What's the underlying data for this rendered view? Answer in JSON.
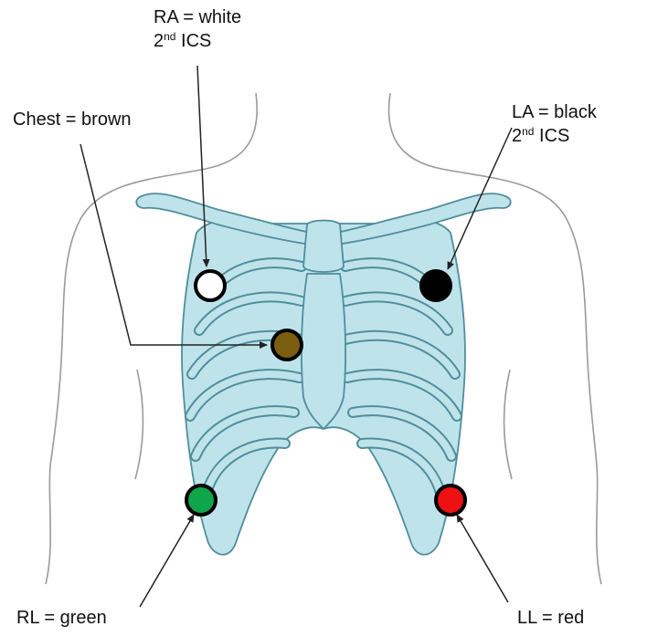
{
  "labels": {
    "ra": {
      "text": "RA =  white",
      "line2_num": "2",
      "line2_sup": "nd",
      "line2_rest": " ICS"
    },
    "la": {
      "text": "LA =  black",
      "line2_num": "2",
      "line2_sup": "nd",
      "line2_rest": " ICS"
    },
    "chest": {
      "text": "Chest = brown"
    },
    "rl": {
      "text": "RL =  green"
    },
    "ll": {
      "text": "LL =  red"
    }
  },
  "electrodes": {
    "ra": {
      "color": "#ffffff"
    },
    "la": {
      "color": "#000000"
    },
    "chest": {
      "color": "#7a5e10"
    },
    "rl": {
      "color": "#0fa54b"
    },
    "ll": {
      "color": "#ee1111"
    }
  },
  "colors": {
    "bone_fill": "#bfe3ea",
    "bone_stroke": "#4f8e9c",
    "outline": "#9a9a9a",
    "arrow": "#222222"
  }
}
